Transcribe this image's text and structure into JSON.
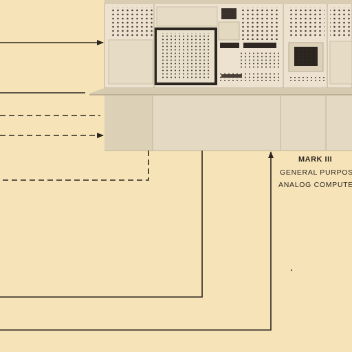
{
  "caption": {
    "title": "MARK III",
    "line1": "GENERAL PURPOS",
    "line2": "ANALOG COMPUTE"
  },
  "colors": {
    "paper": "#f6e4b8",
    "console_body": "#ece2cf",
    "console_shade": "#ddd1b9",
    "line": "#2b2520"
  },
  "connectors": [
    {
      "style": "solid",
      "arrow": "into-console"
    },
    {
      "style": "solid",
      "arrow": "none"
    },
    {
      "style": "dashed",
      "arrow": "none"
    },
    {
      "style": "dashed",
      "arrow": "into-console"
    },
    {
      "style": "dashed",
      "arrow": "none"
    },
    {
      "style": "solid",
      "arrow": "none"
    },
    {
      "style": "solid",
      "arrow": "into-console"
    }
  ]
}
